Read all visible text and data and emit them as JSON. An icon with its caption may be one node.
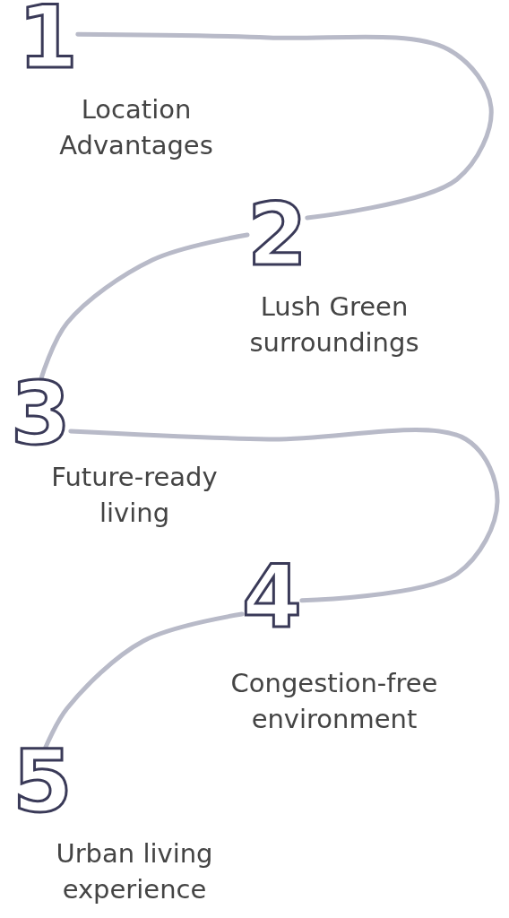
{
  "diagram": {
    "nodes": [
      {
        "text": [
          "1"
        ],
        "beside": [
          "Location Advantages"
        ]
      },
      {
        "text": [
          "2"
        ],
        "beside": [
          "Lush Green surroundings"
        ]
      },
      {
        "text": [
          "3"
        ],
        "beside": [
          "Future-ready living"
        ]
      },
      {
        "text": [
          "4"
        ],
        "beside": [
          "Congestion-free environment"
        ]
      },
      {
        "text": [
          "5"
        ],
        "beside": [
          "Urban living experience"
        ]
      }
    ],
    "edges": [
      {
        "from": 0,
        "to": 1,
        "arrow": "none"
      },
      {
        "from": 1,
        "to": 2,
        "arrow": "none"
      },
      {
        "from": 2,
        "to": 3,
        "arrow": "none"
      },
      {
        "from": 3,
        "to": 4,
        "arrow": "none"
      }
    ]
  }
}
